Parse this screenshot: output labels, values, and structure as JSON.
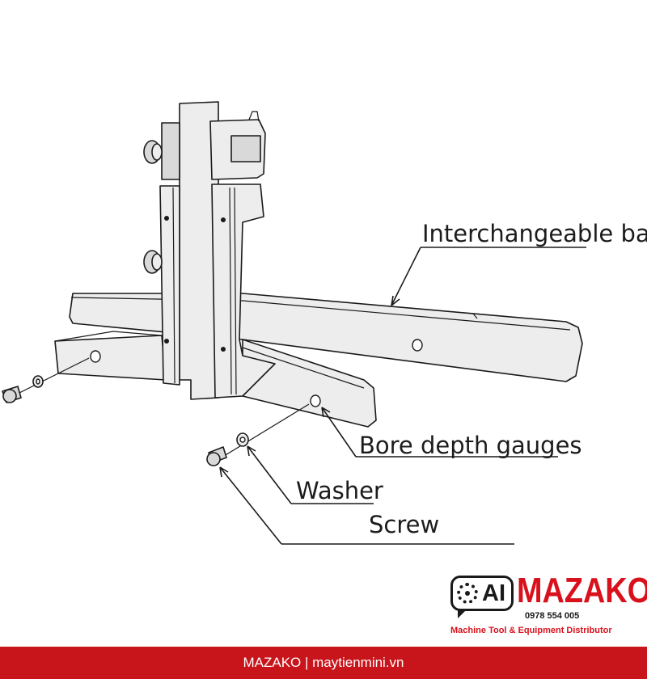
{
  "diagram": {
    "labels": {
      "interchangeable_base": "Interchangeable base",
      "bore_depth_gauges": "Bore depth gauges",
      "washer": "Washer",
      "screw": "Screw"
    }
  },
  "logo": {
    "ai": "AI",
    "brand": "MAZAKO",
    "phone": "0978 554 005",
    "tagline": "Machine Tool & Equipment Distributor"
  },
  "footer": {
    "text": "MAZAKO | maytienmini.vn"
  },
  "colors": {
    "brand_red": "#d8111c",
    "footer_bg": "#c8141b"
  }
}
